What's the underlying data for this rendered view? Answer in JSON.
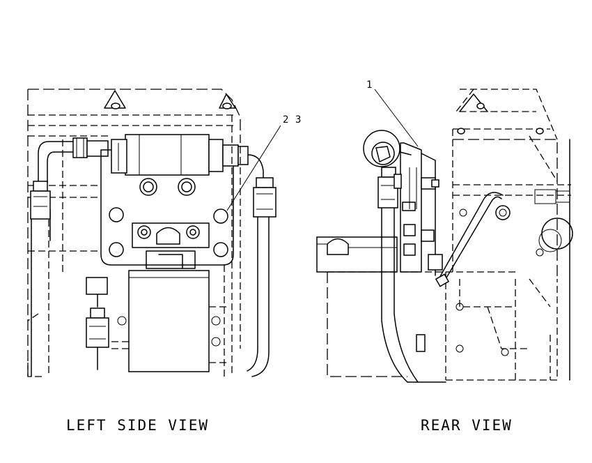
{
  "views": {
    "left": {
      "caption": "LEFT SIDE VIEW"
    },
    "rear": {
      "caption": "REAR VIEW"
    }
  },
  "callouts": {
    "item_1": "1",
    "item_2": "2",
    "item_3": "3"
  }
}
